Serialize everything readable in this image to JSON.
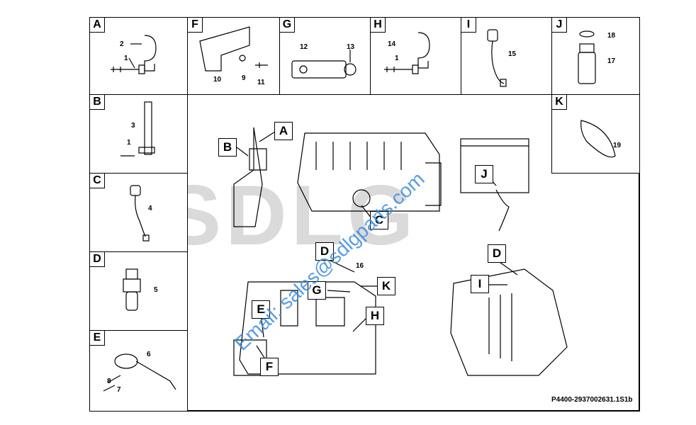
{
  "panels": [
    {
      "letter": "A",
      "parts": [
        "2",
        "1"
      ]
    },
    {
      "letter": "F",
      "parts": [
        "10",
        "9",
        "11"
      ]
    },
    {
      "letter": "G",
      "parts": [
        "12",
        "13"
      ]
    },
    {
      "letter": "H",
      "parts": [
        "14",
        "1"
      ]
    },
    {
      "letter": "I",
      "parts": [
        "15"
      ]
    },
    {
      "letter": "J",
      "parts": [
        "18",
        "17"
      ]
    },
    {
      "letter": "B",
      "parts": [
        "3",
        "1"
      ]
    },
    {
      "letter": "C",
      "parts": [
        "4"
      ]
    },
    {
      "letter": "D",
      "parts": [
        "5"
      ]
    },
    {
      "letter": "E",
      "parts": [
        "6",
        "8",
        "7"
      ]
    },
    {
      "letter": "K",
      "parts": [
        "19"
      ]
    }
  ],
  "callouts": {
    "A": "A",
    "B": "B",
    "C": "C",
    "D1": "D",
    "E": "E",
    "F": "F",
    "G": "G",
    "H": "H",
    "K": "K",
    "J": "J",
    "D2": "D",
    "I": "I",
    "part16": "16"
  },
  "watermark": {
    "logo": "SDLG",
    "email": "Email: sales@sdlgparts.com"
  },
  "document_id": "P4400-2937002631.1S1b",
  "colors": {
    "line": "#000000",
    "watermark": "#9a9a9a",
    "email": "#3c8cdc"
  }
}
